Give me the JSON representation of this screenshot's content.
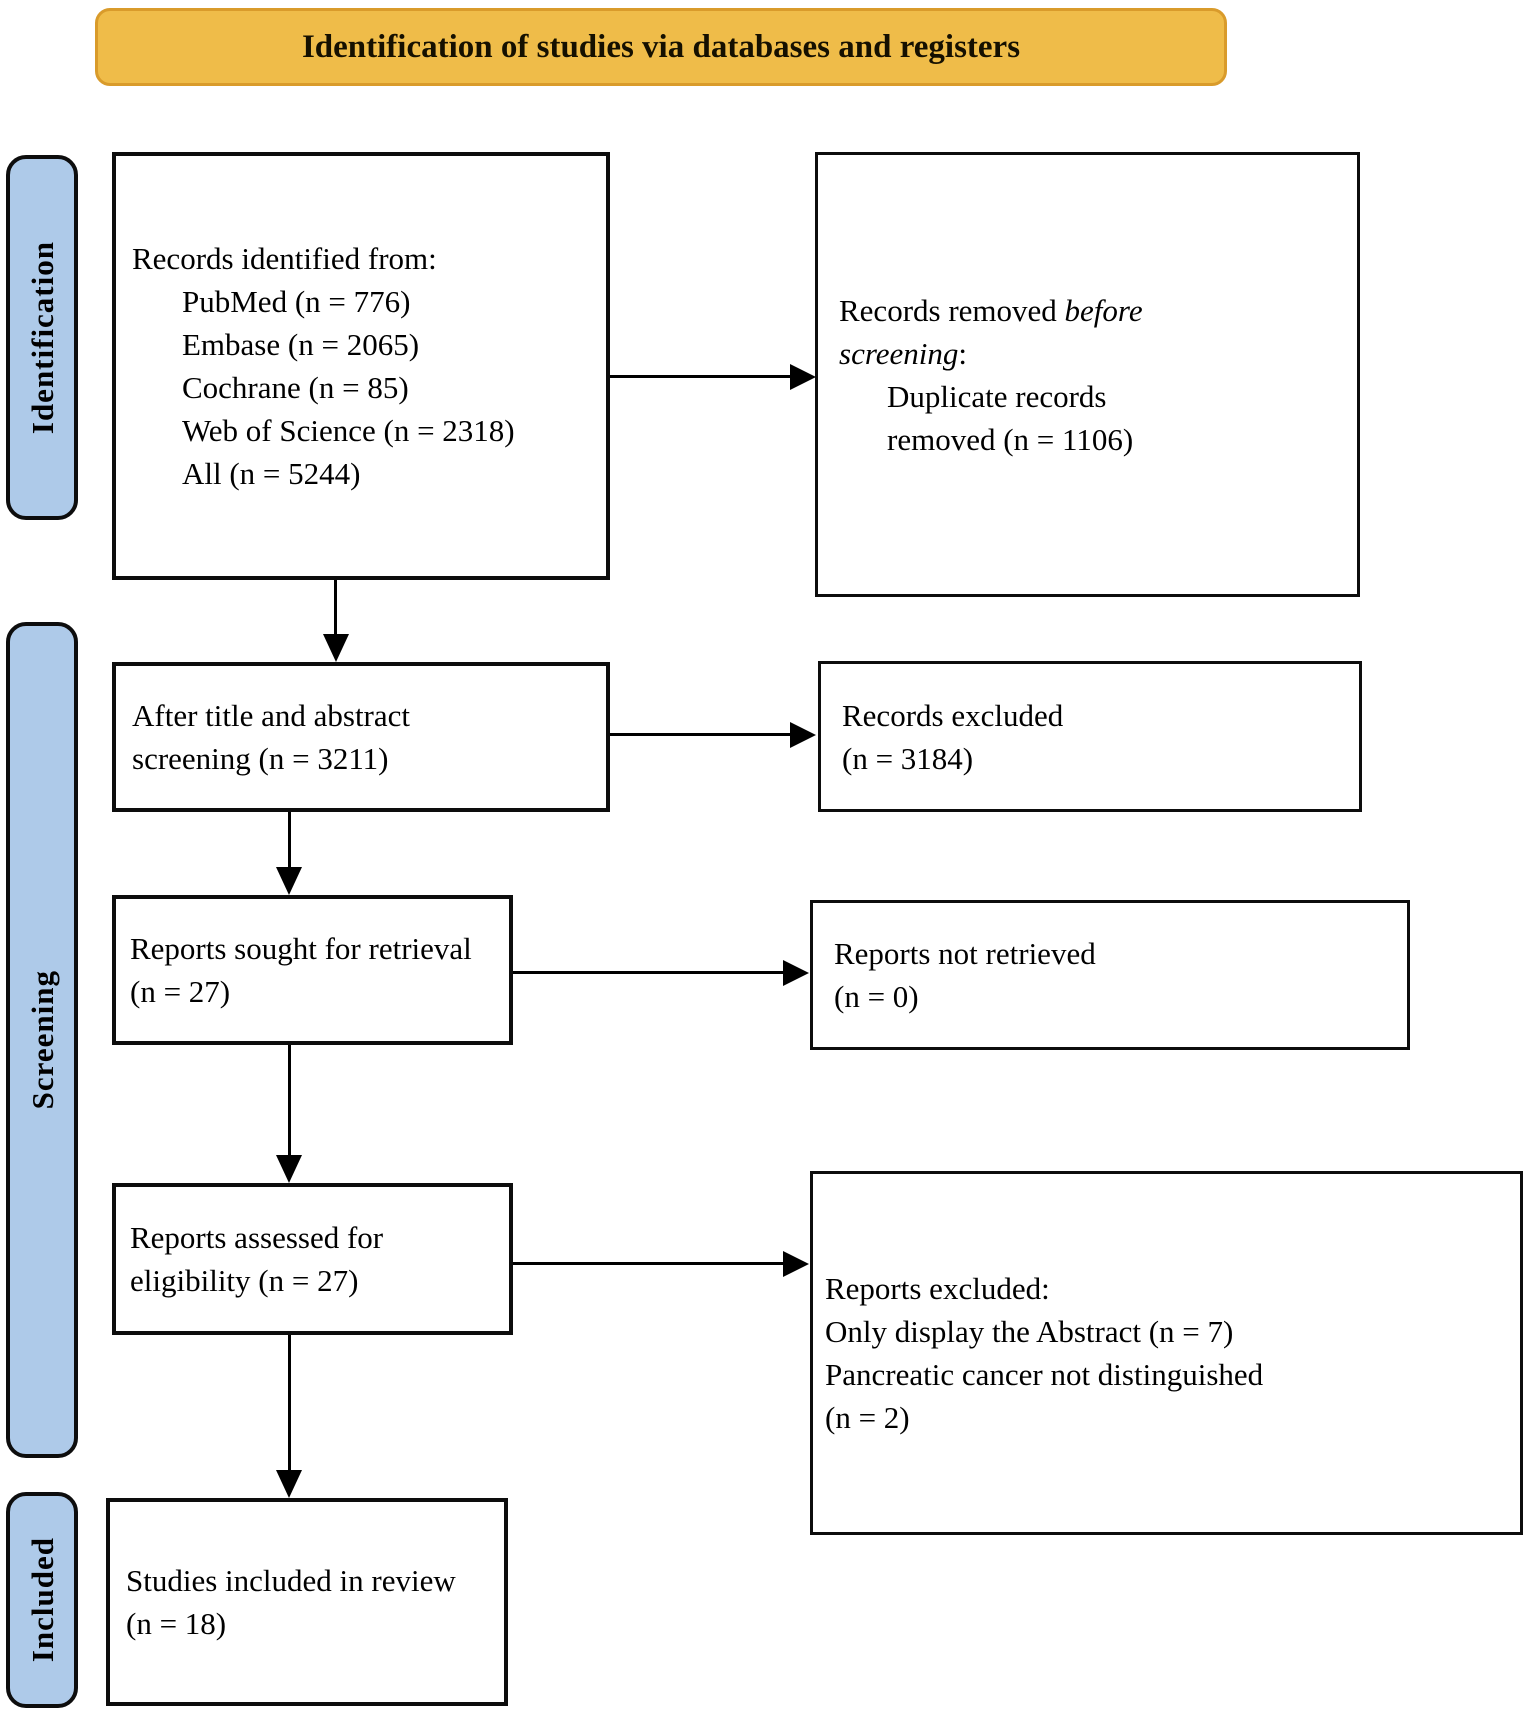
{
  "banner": {
    "title": "Identification of studies via databases and registers"
  },
  "stages": {
    "identification": "Identification",
    "screening": "Screening",
    "included": "Included"
  },
  "colors": {
    "banner_fill": "#EFBC49",
    "banner_border": "#D99B2B",
    "stage_ribbon_fill": "#AECAE9",
    "box_border": "#0D0D0D",
    "background": "#FFFFFF"
  },
  "boxes": {
    "records_identified": {
      "title": "Records identified from:",
      "items": [
        "PubMed (n = 776)",
        "Embase (n = 2065)",
        "Cochrane (n = 85)",
        "Web of Science (n = 2318)",
        "All (n = 5244)"
      ]
    },
    "records_removed": {
      "line1_normal": "Records removed ",
      "line1_italic": "before",
      "line2_italic": "screening",
      "line2_normal": ":",
      "items": [
        "Duplicate records",
        "removed (n = 1106)"
      ]
    },
    "after_screening": {
      "lines": [
        "After title and abstract",
        "screening (n = 3211)"
      ]
    },
    "records_excluded": {
      "lines": [
        "Records excluded",
        "(n = 3184)"
      ]
    },
    "reports_sought": {
      "lines": [
        "Reports sought for retrieval",
        "(n = 27)"
      ]
    },
    "reports_not_retrieved": {
      "lines": [
        "Reports not retrieved",
        "(n = 0)"
      ]
    },
    "reports_assessed": {
      "lines": [
        "Reports assessed for",
        "eligibility (n = 27)"
      ]
    },
    "reports_excluded": {
      "lines": [
        "Reports excluded:",
        "Only display the Abstract (n = 7)",
        "Pancreatic cancer not distinguished",
        "(n = 2)"
      ]
    },
    "studies_included": {
      "lines": [
        "Studies included in review",
        "(n = 18)"
      ]
    }
  }
}
